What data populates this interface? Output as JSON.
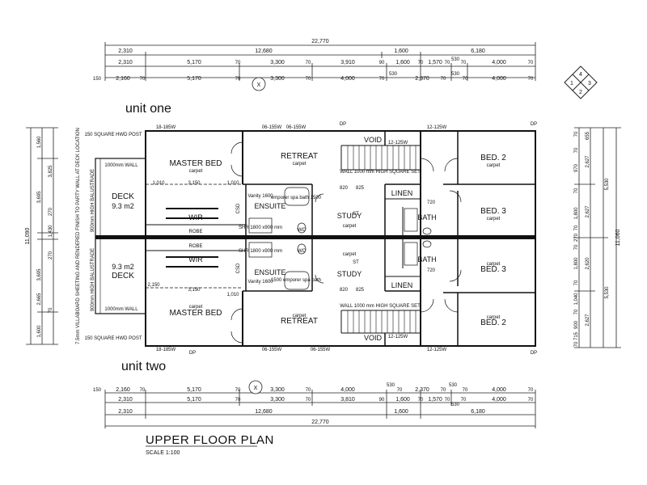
{
  "unit_one_label": "unit one",
  "unit_two_label": "unit two",
  "plan_title": "UPPER FLOOR PLAN",
  "scale": "SCALE 1:100",
  "compass": {
    "n1": "1",
    "n2": "2",
    "n3": "3",
    "n4": "4"
  },
  "axis_marker": "X",
  "top_dims": {
    "total": "22,770",
    "row2": [
      "2,310",
      "12,680",
      "1,600",
      "6,180"
    ],
    "row3": [
      "2,310",
      "5,170",
      "70",
      "3,300",
      "70",
      "3,910",
      "90",
      "1,600",
      "70",
      "1,570",
      "70",
      "530",
      "70",
      "4,000",
      "70"
    ],
    "row4": [
      "150",
      "2,160",
      "70",
      "5,170",
      "70",
      "3,300",
      "70",
      "4,000",
      "70",
      "530",
      "2,370",
      "70",
      "530",
      "70",
      "4,000",
      "70"
    ]
  },
  "bottom_dims": {
    "row1": [
      "150",
      "2,160",
      "70",
      "5,170",
      "70",
      "3,300",
      "70",
      "4,000",
      "530",
      "70",
      "2,370",
      "70",
      "530",
      "70",
      "4,000",
      "70"
    ],
    "row2": [
      "2,310",
      "5,170",
      "70",
      "3,300",
      "70",
      "3,810",
      "90",
      "1,600",
      "70",
      "1,570",
      "70",
      "530",
      "70",
      "4,000",
      "70"
    ],
    "row3": [
      "2,310",
      "12,680",
      "1,600",
      "6,180"
    ],
    "total": "22,770"
  },
  "left_dims": {
    "outer": "11,090",
    "inner": [
      "1,560",
      "3,825",
      "3,695",
      "270",
      "1,430",
      "270",
      "3,695",
      "70",
      "2,665",
      "1,600"
    ]
  },
  "right_dims": {
    "outer": "11,060",
    "mid": [
      "5,530",
      "5,530"
    ],
    "inner": [
      "70",
      "655",
      "70",
      "970",
      "2,627",
      "70",
      "1,800",
      "2,627",
      "70",
      "270",
      "70",
      "1,800",
      "2,620",
      "70",
      "1,040",
      "2,627",
      "70",
      "900",
      "715",
      "70"
    ]
  },
  "unit_one": {
    "rooms": {
      "master_bed": "MASTER BED",
      "master_bed_sub": "carpet",
      "retreat": "RETREAT",
      "retreat_sub": "carpet",
      "void": "VOID",
      "bed2": "BED. 2",
      "bed2_sub": "carpet",
      "bed3": "BED. 3",
      "bed3_sub": "carpet",
      "deck": "DECK",
      "deck_area": "9.3 m2",
      "wir": "WIR",
      "robe": "ROBE",
      "ensuite": "ENSUITE",
      "study": "STUDY",
      "study_sub": "carpet",
      "linen": "LINEN",
      "bath": "BATH",
      "vanity": "Vanity 1600",
      "spa": "emporer spa bath 1500",
      "shower": "SHR 1800 x900 mm",
      "wall_note": "WALL 1000 mm HIGH SQUARE SET",
      "wall_1000": "1000mm WALL",
      "post_note": "150 SQUARE HWD POST",
      "csd": "CSD",
      "wc": "WC",
      "st": "ST"
    }
  },
  "unit_two": {
    "rooms": {
      "master_bed": "MASTER BED",
      "master_bed_sub": "carpet",
      "retreat": "RETREAT",
      "retreat_sub": "carpet",
      "void": "VOID",
      "bed2": "BED. 2",
      "bed2_sub": "carpet",
      "bed3": "BED. 3",
      "bed3_sub": "carpet",
      "deck": "DECK",
      "deck_area": "9.3 m2",
      "wir": "WIR",
      "robe": "ROBE",
      "ensuite": "ENSUITE",
      "study": "STUDY",
      "study_sub": "carpet",
      "linen": "LINEN",
      "bath": "BATH",
      "vanity": "Vanity 1600",
      "spa": "1500 emporer spa bath",
      "shower": "SHR 1800 x900 mm",
      "wall_note": "WALL 1000 mm HIGH SQUARE SET",
      "wall_1000": "1000mm WALL",
      "post_note": "150 SQUARE HWD POST",
      "csd": "CSD",
      "wc": "WC",
      "st": "ST"
    }
  },
  "balustrade_note": "900mm HIGH BALUSTRADE",
  "party_wall_note": "7.5mm VILLABOARD SHEETING AND RENDERED FINISH TO PARTY WALL AT DECK LOCATION",
  "window_labels": {
    "w1": "18-185W",
    "w2": "06-155W",
    "w3": "06-155W",
    "w4": "12-125W",
    "w5": "12-125W",
    "w6": "18-185W",
    "w7": "06-155W",
    "w8": "06-155W",
    "w9": "12-125W",
    "w10": "12-125W",
    "dp": "DP"
  },
  "door_sizes": {
    "d820": "820",
    "d825": "825",
    "d720": "720",
    "d1010": "1,010",
    "d3150": "3,150",
    "d1010b": "1,010",
    "d2150": "2,150"
  }
}
